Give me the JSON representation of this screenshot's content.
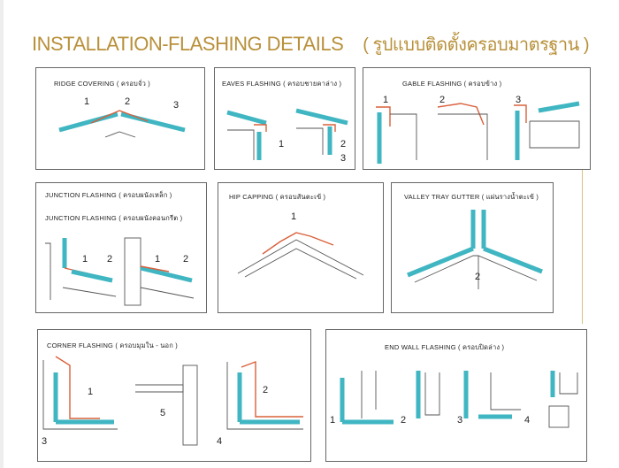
{
  "title": {
    "main": "INSTALLATION-FLASHING DETAILS",
    "thai": "( รูปแบบติดตั้งครอบมาตรฐาน )"
  },
  "colors": {
    "title": "#b8903a",
    "flashing": "#3fb6c2",
    "edge": "#d9603a"
  },
  "panels": {
    "ridge": {
      "title": "RIDGE  COVERING  ( ครอบจั่ว )",
      "labels": [
        "1",
        "2",
        "3"
      ]
    },
    "eaves": {
      "title": "EAVES  FLASHING  ( ครอบชายคาล่าง )",
      "labels": [
        "1",
        "2",
        "3"
      ]
    },
    "gable": {
      "title": "GABLE FLASHING  ( ครอบข้าง )",
      "labels": [
        "1",
        "2",
        "3"
      ]
    },
    "junction": {
      "title1": "JUNCTION FLASHING  ( ครอบผนังเหล็ก )",
      "title2": "JUNCTION FLASHING  ( ครอบผนังคอนกรีต )",
      "labels": [
        "1",
        "2",
        "1",
        "2"
      ]
    },
    "hip": {
      "title": "HIP  CAPPING  ( ครอบสันตะเข้ )",
      "labels": [
        "1"
      ]
    },
    "valley": {
      "title": "VALLEY TRAY GUTTER  ( แผ่นรางน้ำตะเข้ )",
      "labels": [
        "2"
      ]
    },
    "corner": {
      "title": "CORNER  FLASHING ( ครอบมุมใน - นอก )",
      "labels": [
        "1",
        "2",
        "3",
        "4",
        "5"
      ]
    },
    "endwall": {
      "title": "END WALL FLASHING  ( ครอบปิดล่าง )",
      "labels": [
        "1",
        "2",
        "3",
        "4"
      ]
    }
  }
}
